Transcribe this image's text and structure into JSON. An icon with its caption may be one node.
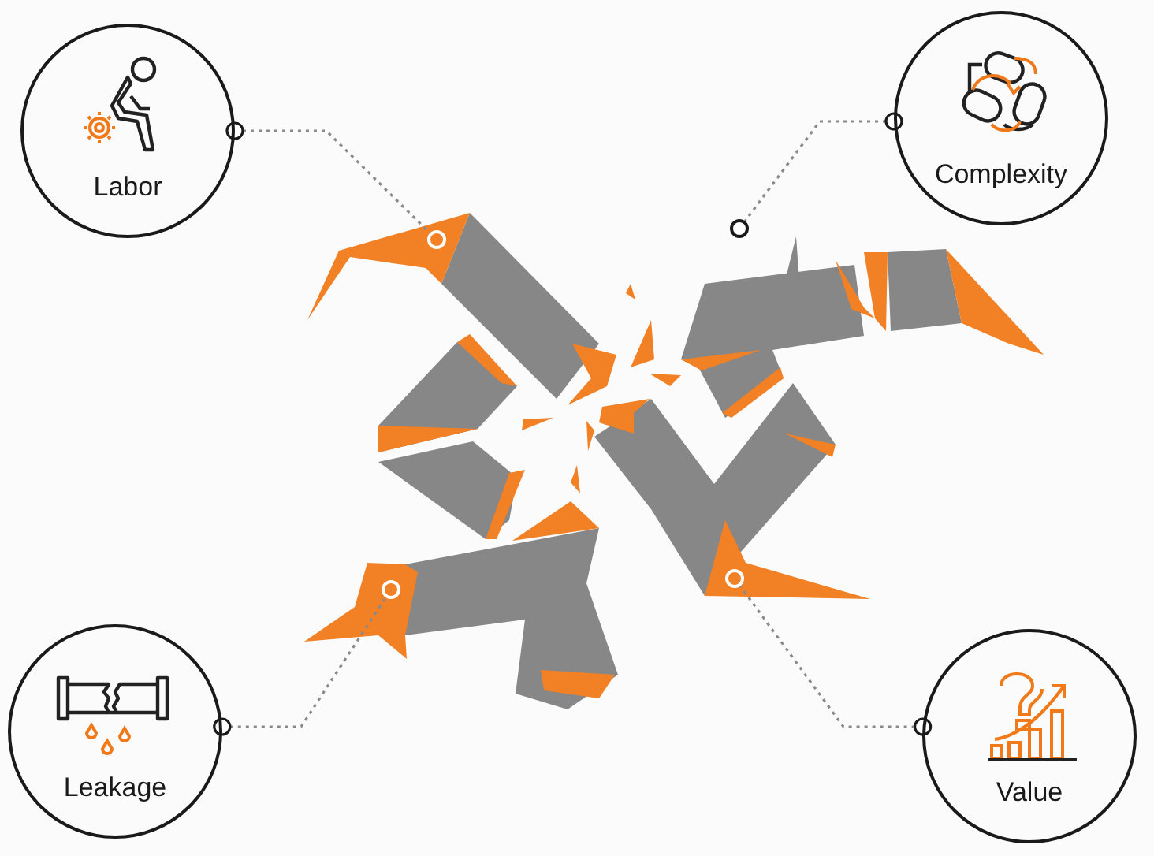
{
  "diagram": {
    "nodes": [
      {
        "text": [
          "Labor"
        ]
      },
      {
        "text": [
          "Complexity"
        ]
      },
      {
        "text": [
          "Leakage"
        ]
      },
      {
        "text": [
          "Value"
        ]
      },
      {
        "text": [],
        "shape": "circle"
      },
      {
        "text": [],
        "shape": "circle"
      },
      {
        "text": [],
        "shape": "circle"
      },
      {
        "text": [],
        "shape": "circle"
      }
    ],
    "edges": [
      {
        "from": 0,
        "to": 5,
        "arrow": "other",
        "style": "dashed"
      },
      {
        "from": 1,
        "to": 4,
        "arrow": "other",
        "style": "dashed"
      },
      {
        "from": 2,
        "to": 7,
        "arrow": "other",
        "style": "dashed"
      },
      {
        "from": 3,
        "to": 6,
        "arrow": "other",
        "style": "dashed"
      }
    ]
  }
}
